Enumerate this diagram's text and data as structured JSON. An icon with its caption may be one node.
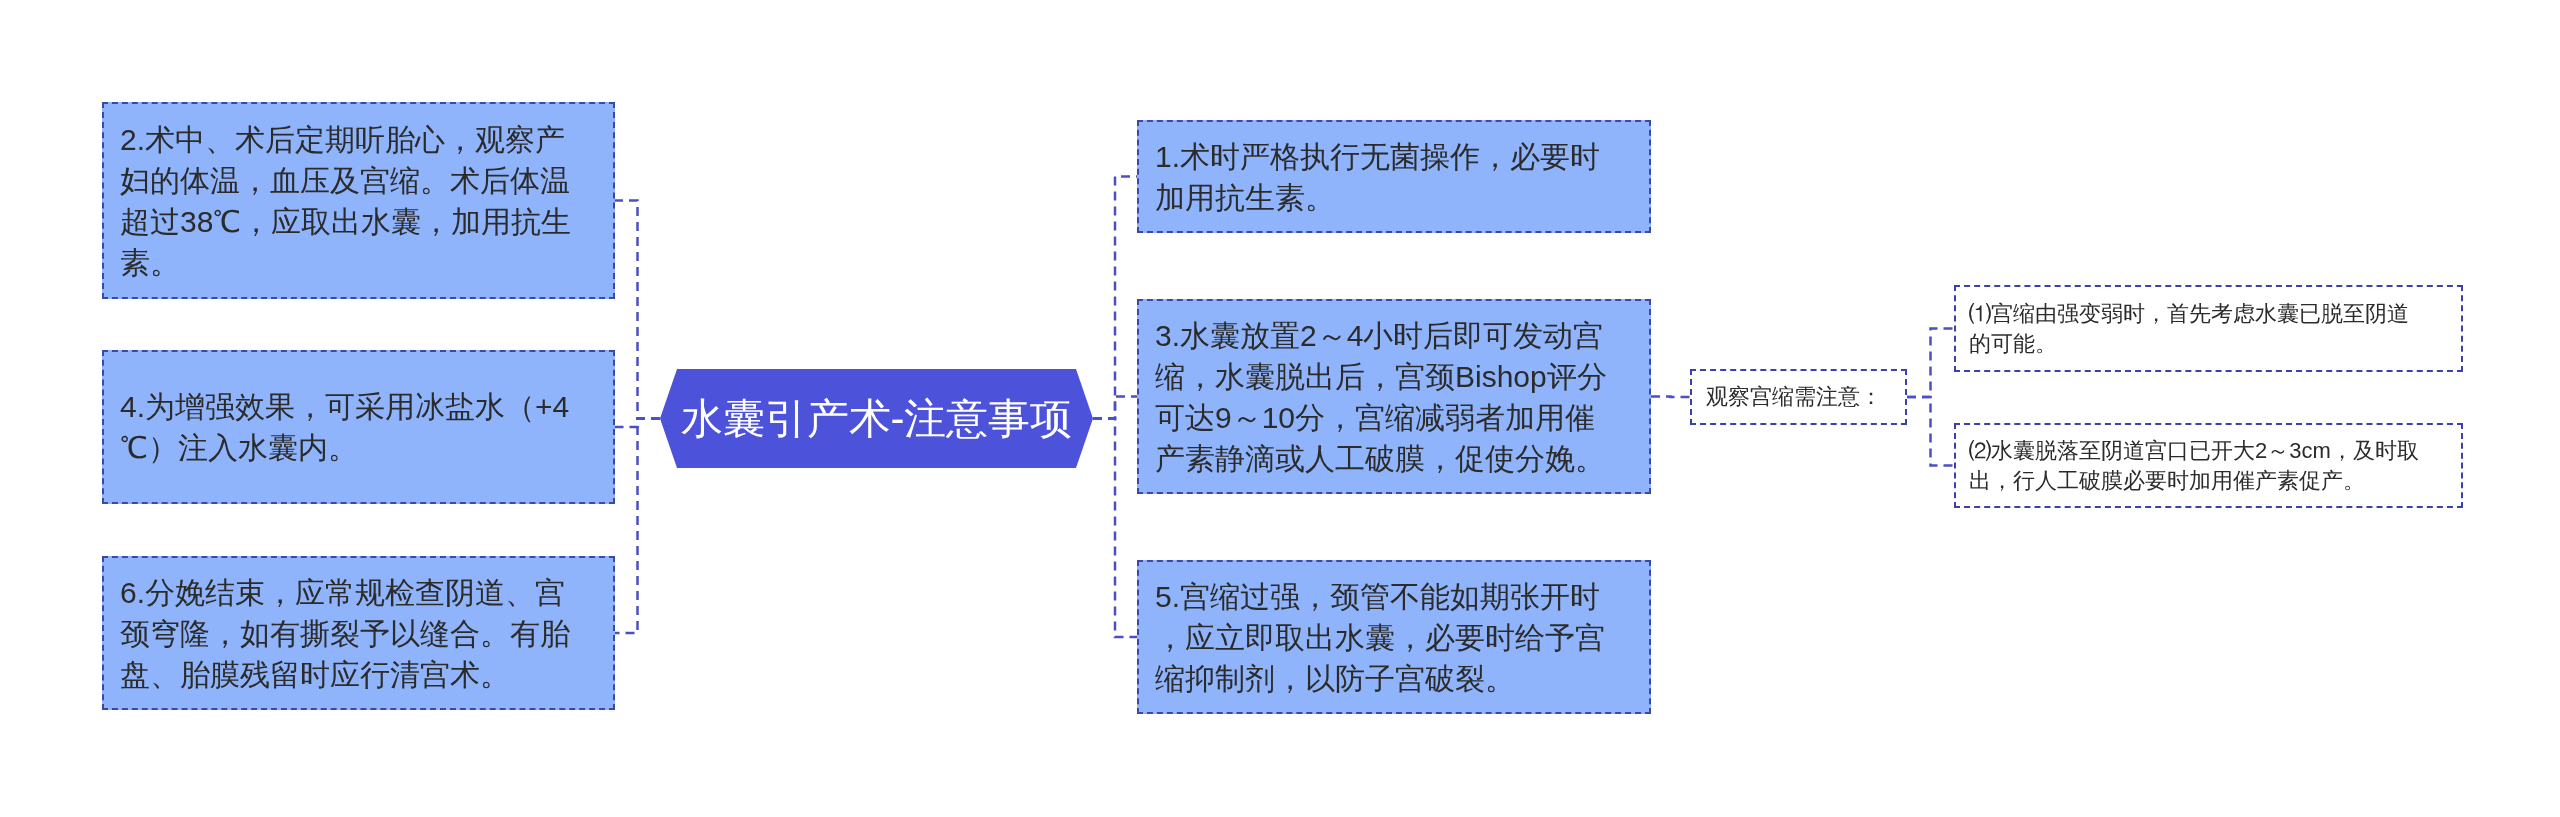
{
  "diagram": {
    "nodes": [
      {
        "text": [
          "水囊引产术-注意事项"
        ]
      },
      {
        "text": [
          "2.术中、术后定期听胎心，观察产妇的体温，血压及宫缩。术后体温超过38℃，应取出水囊，加用抗生素。"
        ]
      },
      {
        "text": [
          "4.为增强效果，可采用冰盐水（+4℃）注入水囊内。"
        ]
      },
      {
        "text": [
          "6.分娩结束，应常规检查阴道、宫颈穹隆，如有撕裂予以缝合。有胎盘、胎膜残留时应行清宫术。"
        ]
      },
      {
        "text": [
          "1.术时严格执行无菌操作，必要时加用抗生素。"
        ]
      },
      {
        "text": [
          "3.水囊放置2～4小时后即可发动宫缩，水囊脱出后，宫颈Bishop评分可达9～10分，宫缩减弱者加用催产素静滴或人工破膜，促使分娩。"
        ]
      },
      {
        "text": [
          "5.宫缩过强，颈管不能如期张开时，应立即取出水囊，必要时给予宫缩抑制剂，以防子宫破裂。"
        ]
      },
      {
        "text": [
          "观察宫缩需注意："
        ]
      },
      {
        "text": [
          "⑴宫缩由强变弱时，首先考虑水囊已脱至阴道的可能。"
        ]
      },
      {
        "text": [
          "⑵水囊脱落至阴道宫口已开大2～3cm，及时取出，行人工破膜必要时加用催产素促产。"
        ]
      }
    ],
    "edges": [
      {
        "from": 0,
        "to": 1,
        "arrow": "none",
        "style": "dashed"
      },
      {
        "from": 0,
        "to": 2,
        "arrow": "none",
        "style": "dashed"
      },
      {
        "from": 0,
        "to": 3,
        "arrow": "none",
        "style": "dashed"
      },
      {
        "from": 0,
        "to": 4,
        "arrow": "none",
        "style": "dashed"
      },
      {
        "from": 0,
        "to": 5,
        "arrow": "none",
        "style": "dashed"
      },
      {
        "from": 0,
        "to": 6,
        "arrow": "none",
        "style": "dashed"
      },
      {
        "from": 5,
        "to": 7,
        "arrow": "none",
        "style": "dashed"
      },
      {
        "from": 7,
        "to": 8,
        "arrow": "none",
        "style": "dashed"
      },
      {
        "from": 7,
        "to": 9,
        "arrow": "none",
        "style": "dashed"
      }
    ]
  }
}
